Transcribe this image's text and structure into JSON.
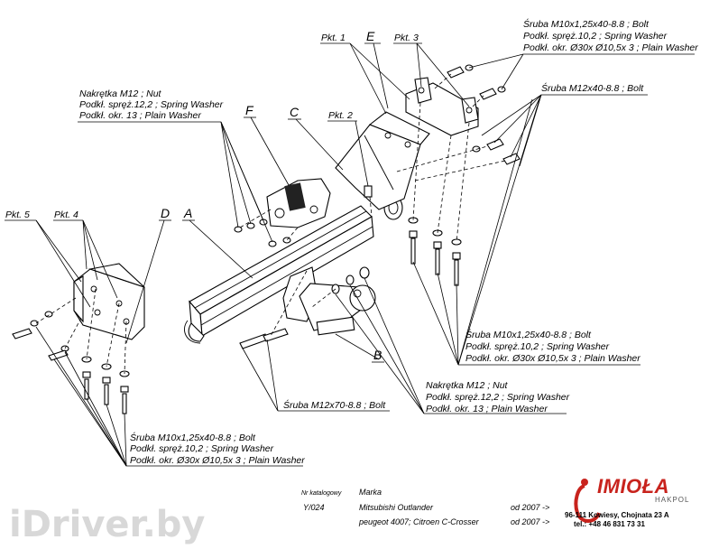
{
  "callouts": {
    "bolt_top_right": [
      "Śruba M10x1,25x40-8.8 ;  Bolt",
      "Podkł. spręż.10,2 ; Spring Washer",
      "Podkł. okr.  Ø30x Ø10,5x 3 ; Plain Washer"
    ],
    "bolt_m12x40": [
      "Śruba M12x40-8.8 ;  Bolt"
    ],
    "nut_top_left": [
      "Nakrętka  M12 ; Nut",
      "Podkł. spręż.12,2 ; Spring Washer",
      "Podkł. okr. 13 ; Plain Washer"
    ],
    "bolt_mid_right": [
      "Śruba M10x1,25x40-8.8 ;  Bolt",
      "Podkł. spręż.10,2 ; Spring Washer",
      "Podkł. okr.  Ø30x Ø10,5x 3 ; Plain Washer"
    ],
    "nut_bottom": [
      "Nakrętka  M12 ; Nut",
      "Podkł. spręż.12,2 ; Spring Washer",
      "Podkł. okr. 13 ; Plain Washer"
    ],
    "bolt_m12x70": [
      "Śruba M12x70-8.8 ;  Bolt"
    ],
    "bolt_bottom_left": [
      "Śruba M10x1,25x40-8.8 ;  Bolt",
      "Podkł. spręż.10,2 ; Spring Washer",
      "Podkł. okr.  Ø30x Ø10,5x 3 ; Plain Washer"
    ]
  },
  "points": {
    "pkt1": "Pkt. 1",
    "pkt2": "Pkt. 2",
    "pkt3": "Pkt. 3",
    "pkt4": "Pkt. 4",
    "pkt5": "Pkt. 5"
  },
  "letters": {
    "A": "A",
    "B": "B",
    "C": "C",
    "D": "D",
    "E": "E",
    "F": "F"
  },
  "catalog": {
    "nr_label": "Nr katalogowy",
    "number": "Y/024",
    "marka_label": "Marka",
    "models": [
      {
        "name": "Mitsubishi Outlander",
        "from": "od 2007 ->"
      },
      {
        "name": "peugeot 4007; Citroen C-Crosser",
        "from": "od 2007 ->"
      }
    ]
  },
  "brand": {
    "name": "IMIOŁA",
    "sub": "HAKPOL",
    "address": "96-111 Kowiesy, Chojnata 23 A",
    "phone": "tel.: +48 46 831 73 31",
    "accent": "#c8231d"
  },
  "watermark": "iDriver.by"
}
